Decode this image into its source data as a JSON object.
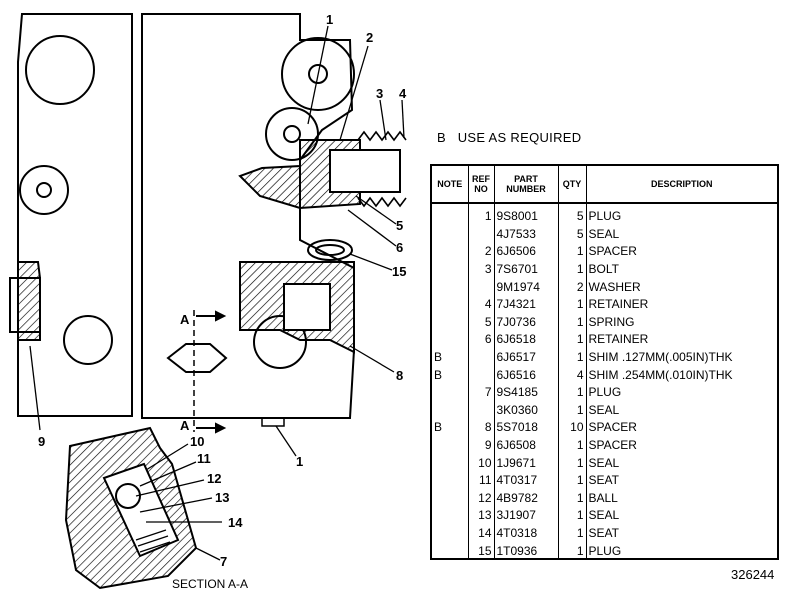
{
  "usage_note": {
    "code": "B",
    "text": "USE AS REQUIRED"
  },
  "table": {
    "headers": {
      "note": "NOTE",
      "ref_no": "REF NO",
      "part_number": "PART NUMBER",
      "qty": "QTY",
      "description": "DESCRIPTION"
    },
    "rows": [
      {
        "note": "",
        "ref": "1",
        "part": "9S8001",
        "qty": "5",
        "desc": "PLUG"
      },
      {
        "note": "",
        "ref": "",
        "part": "4J7533",
        "qty": "5",
        "desc": "SEAL"
      },
      {
        "note": "",
        "ref": "2",
        "part": "6J6506",
        "qty": "1",
        "desc": "SPACER"
      },
      {
        "note": "",
        "ref": "3",
        "part": "7S6701",
        "qty": "1",
        "desc": "BOLT"
      },
      {
        "note": "",
        "ref": "",
        "part": "9M1974",
        "qty": "2",
        "desc": "WASHER"
      },
      {
        "note": "",
        "ref": "4",
        "part": "7J4321",
        "qty": "1",
        "desc": "RETAINER"
      },
      {
        "note": "",
        "ref": "5",
        "part": "7J0736",
        "qty": "1",
        "desc": "SPRING"
      },
      {
        "note": "",
        "ref": "6",
        "part": "6J6518",
        "qty": "1",
        "desc": "RETAINER"
      },
      {
        "note": "B",
        "ref": "",
        "part": "6J6517",
        "qty": "1",
        "desc": "SHIM  .127MM(.005IN)THK"
      },
      {
        "note": "B",
        "ref": "",
        "part": "6J6516",
        "qty": "4",
        "desc": "SHIM  .254MM(.010IN)THK"
      },
      {
        "note": "",
        "ref": "7",
        "part": "9S4185",
        "qty": "1",
        "desc": "PLUG"
      },
      {
        "note": "",
        "ref": "",
        "part": "3K0360",
        "qty": "1",
        "desc": "SEAL"
      },
      {
        "note": "B",
        "ref": "8",
        "part": "5S7018",
        "qty": "10",
        "desc": "SPACER"
      },
      {
        "note": "",
        "ref": "9",
        "part": "6J6508",
        "qty": "1",
        "desc": "SPACER"
      },
      {
        "note": "",
        "ref": "10",
        "part": "1J9671",
        "qty": "1",
        "desc": "SEAL"
      },
      {
        "note": "",
        "ref": "11",
        "part": "4T0317",
        "qty": "1",
        "desc": "SEAT"
      },
      {
        "note": "",
        "ref": "12",
        "part": "4B9782",
        "qty": "1",
        "desc": "BALL"
      },
      {
        "note": "",
        "ref": "13",
        "part": "3J1907",
        "qty": "1",
        "desc": "SEAL"
      },
      {
        "note": "",
        "ref": "14",
        "part": "4T0318",
        "qty": "1",
        "desc": "SEAT"
      },
      {
        "note": "",
        "ref": "15",
        "part": "1T0936",
        "qty": "1",
        "desc": "PLUG"
      }
    ]
  },
  "callouts": {
    "c1_top": "1",
    "c2": "2",
    "c3": "3",
    "c4": "4",
    "c5": "5",
    "c6": "6",
    "c15": "15",
    "c8": "8",
    "c1_bottom": "1",
    "c9": "9",
    "c10": "10",
    "c11": "11",
    "c12": "12",
    "c13": "13",
    "c14": "14",
    "c7": "7",
    "section_a_top": "A",
    "section_a_bottom": "A"
  },
  "section_label": "SECTION A-A",
  "drawing_number": "326244"
}
